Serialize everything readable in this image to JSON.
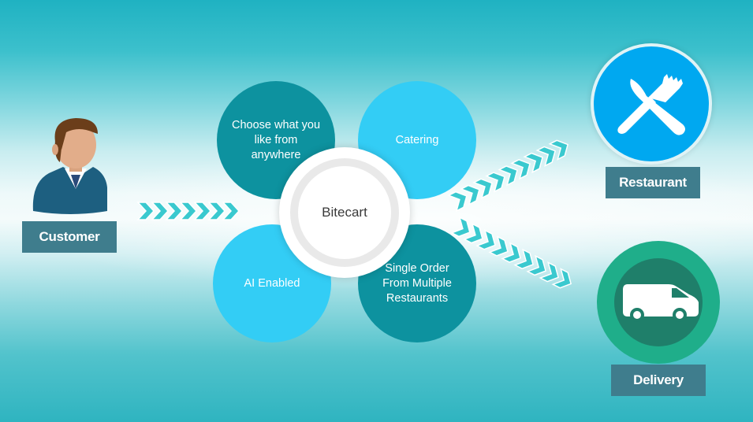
{
  "diagram": {
    "customer": {
      "label": "Customer",
      "icon": "user-icon"
    },
    "hub": {
      "label": "Bitecart"
    },
    "features": [
      {
        "label": "Choose what you like from anywhere",
        "color": "#0d929f"
      },
      {
        "label": "Catering",
        "color": "#33cdf5"
      },
      {
        "label": "AI Enabled",
        "color": "#33cdf5"
      },
      {
        "label": "Single Order From Multiple Restaurants",
        "color": "#0d929f"
      }
    ],
    "outputs": [
      {
        "label": "Restaurant",
        "icon": "fork-knife-icon",
        "color": "#00a8f0"
      },
      {
        "label": "Delivery",
        "icon": "delivery-van-icon",
        "color": "#1fae8a"
      }
    ],
    "colors": {
      "arrow": "#3ac9cf",
      "label_box": "#3f7d8d"
    }
  }
}
